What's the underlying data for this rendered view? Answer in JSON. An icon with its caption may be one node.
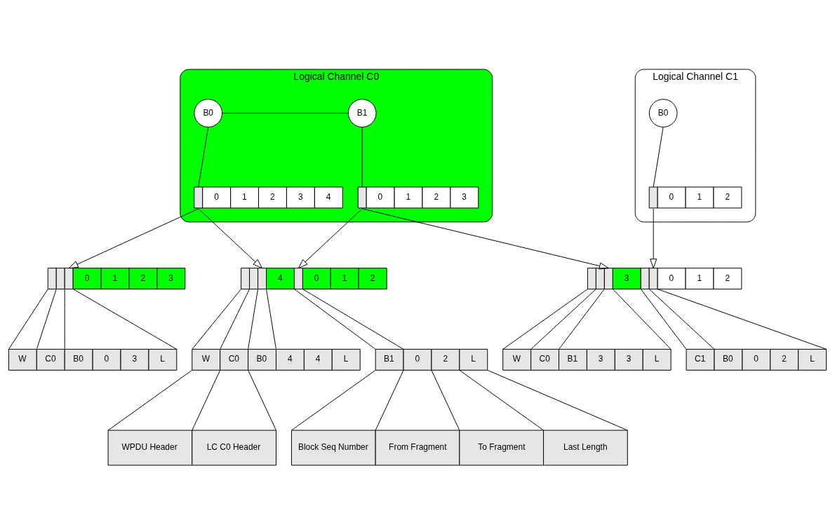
{
  "diagram": {
    "nodes": [
      {
        "text": [
          "Logical Channel C0"
        ]
      },
      {
        "text": [
          "B0"
        ],
        "in": 0
      },
      {
        "text": [
          "B1"
        ],
        "in": 0
      },
      {
        "text": [
          "0",
          "1",
          "2",
          "3",
          "4"
        ],
        "in": 0
      },
      {
        "text": [
          "0",
          "1",
          "2",
          "3"
        ],
        "in": 0
      },
      {
        "text": [
          "Logical Channel C1"
        ]
      },
      {
        "text": [
          "B0"
        ],
        "in": 5
      },
      {
        "text": [
          "0",
          "1",
          "2"
        ],
        "in": 5
      },
      {
        "text": [
          "0",
          "1",
          "2",
          "3"
        ]
      },
      {
        "text": [
          "4",
          "0",
          "1",
          "2"
        ]
      },
      {
        "text": [
          "3",
          "0",
          "1",
          "2"
        ]
      },
      {
        "text": [
          "W",
          "C0",
          "B0",
          "0",
          "3",
          "L"
        ]
      },
      {
        "text": [
          "W",
          "C0",
          "B0",
          "4",
          "4",
          "L"
        ]
      },
      {
        "text": [
          "B1",
          "0",
          "2",
          "L"
        ]
      },
      {
        "text": [
          "W",
          "C0",
          "B1",
          "3",
          "3",
          "L"
        ]
      },
      {
        "text": [
          "C1",
          "B0",
          "0",
          "2",
          "L"
        ]
      },
      {
        "text": [
          "WPDU Header",
          "LC C0 Header"
        ]
      },
      {
        "text": [
          "Block Seq Number",
          "From Fragment",
          "To Fragment",
          "Last Length"
        ]
      }
    ],
    "edges": [
      {
        "from": 1,
        "to": 2,
        "arrow": "none"
      },
      {
        "from": 1,
        "to": 3,
        "arrow": "none"
      },
      {
        "from": 2,
        "to": 4,
        "arrow": "none"
      },
      {
        "from": 6,
        "to": 7,
        "arrow": "none"
      },
      {
        "from": 3,
        "to": 8,
        "arrow": "to"
      },
      {
        "from": 3,
        "to": 9,
        "arrow": "to"
      },
      {
        "from": 4,
        "to": 9,
        "arrow": "to"
      },
      {
        "from": 4,
        "to": 10,
        "arrow": "to"
      },
      {
        "from": 7,
        "to": 10,
        "arrow": "to"
      },
      {
        "from": 8,
        "to": 11,
        "arrow": "none"
      },
      {
        "from": 8,
        "to": 11,
        "arrow": "none"
      },
      {
        "from": 8,
        "to": 11,
        "arrow": "none"
      },
      {
        "from": 8,
        "to": 11,
        "arrow": "none"
      },
      {
        "from": 9,
        "to": 12,
        "arrow": "none"
      },
      {
        "from": 9,
        "to": 12,
        "arrow": "none"
      },
      {
        "from": 9,
        "to": 12,
        "arrow": "none"
      },
      {
        "from": 9,
        "to": 12,
        "arrow": "none"
      },
      {
        "from": 9,
        "to": 13,
        "arrow": "none"
      },
      {
        "from": 9,
        "to": 13,
        "arrow": "none"
      },
      {
        "from": 10,
        "to": 14,
        "arrow": "none"
      },
      {
        "from": 10,
        "to": 14,
        "arrow": "none"
      },
      {
        "from": 10,
        "to": 14,
        "arrow": "none"
      },
      {
        "from": 10,
        "to": 14,
        "arrow": "none"
      },
      {
        "from": 10,
        "to": 15,
        "arrow": "none"
      },
      {
        "from": 10,
        "to": 15,
        "arrow": "none"
      },
      {
        "from": 10,
        "to": 15,
        "arrow": "none"
      },
      {
        "from": 12,
        "to": 16,
        "arrow": "none"
      },
      {
        "from": 12,
        "to": 16,
        "arrow": "none"
      },
      {
        "from": 12,
        "to": 16,
        "arrow": "none"
      },
      {
        "from": 13,
        "to": 17,
        "arrow": "none"
      },
      {
        "from": 13,
        "to": 17,
        "arrow": "none"
      },
      {
        "from": 13,
        "to": 17,
        "arrow": "none"
      },
      {
        "from": 13,
        "to": 17,
        "arrow": "none"
      },
      {
        "from": 13,
        "to": 17,
        "arrow": "none"
      }
    ]
  }
}
